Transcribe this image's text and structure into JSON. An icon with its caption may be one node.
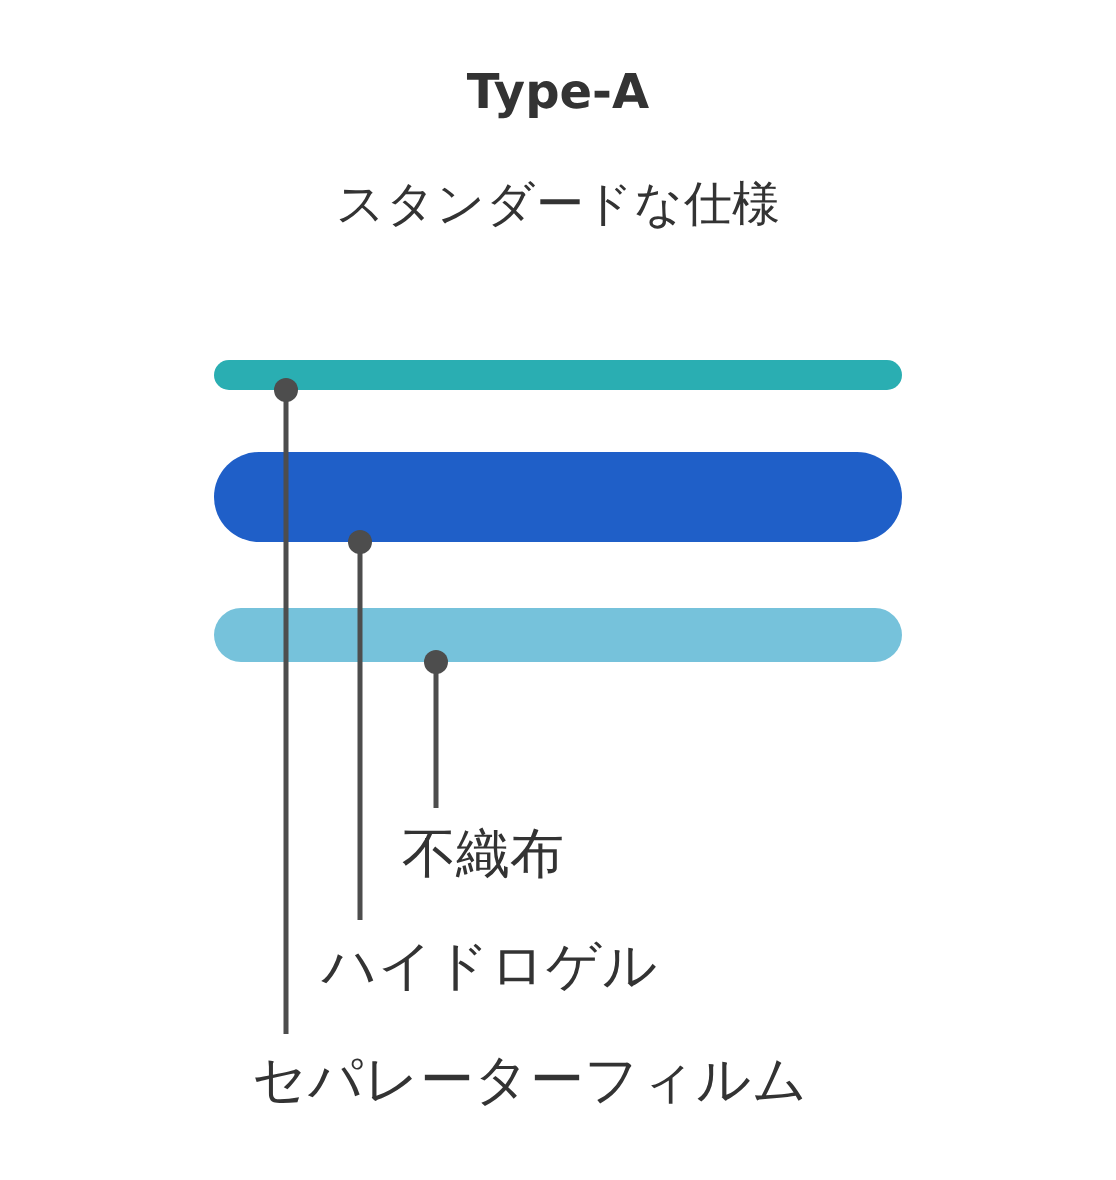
{
  "diagram": {
    "title": "Type-A",
    "nodes": [
      {
        "text": [],
        "shape": "bar"
      },
      {
        "text": [],
        "shape": "bar"
      },
      {
        "text": [],
        "shape": "bar"
      },
      {
        "text": [
          "不織布"
        ]
      },
      {
        "text": [
          "ハイドロゲル"
        ]
      },
      {
        "text": [
          "セパレーターフィルム"
        ]
      }
    ],
    "edges": [
      {
        "from": 3,
        "to": 2,
        "arrow": "other"
      },
      {
        "from": 4,
        "to": 1,
        "arrow": "other"
      },
      {
        "from": 5,
        "to": 0,
        "arrow": "other"
      }
    ],
    "labels": [
      "スタンダードな仕様"
    ]
  }
}
